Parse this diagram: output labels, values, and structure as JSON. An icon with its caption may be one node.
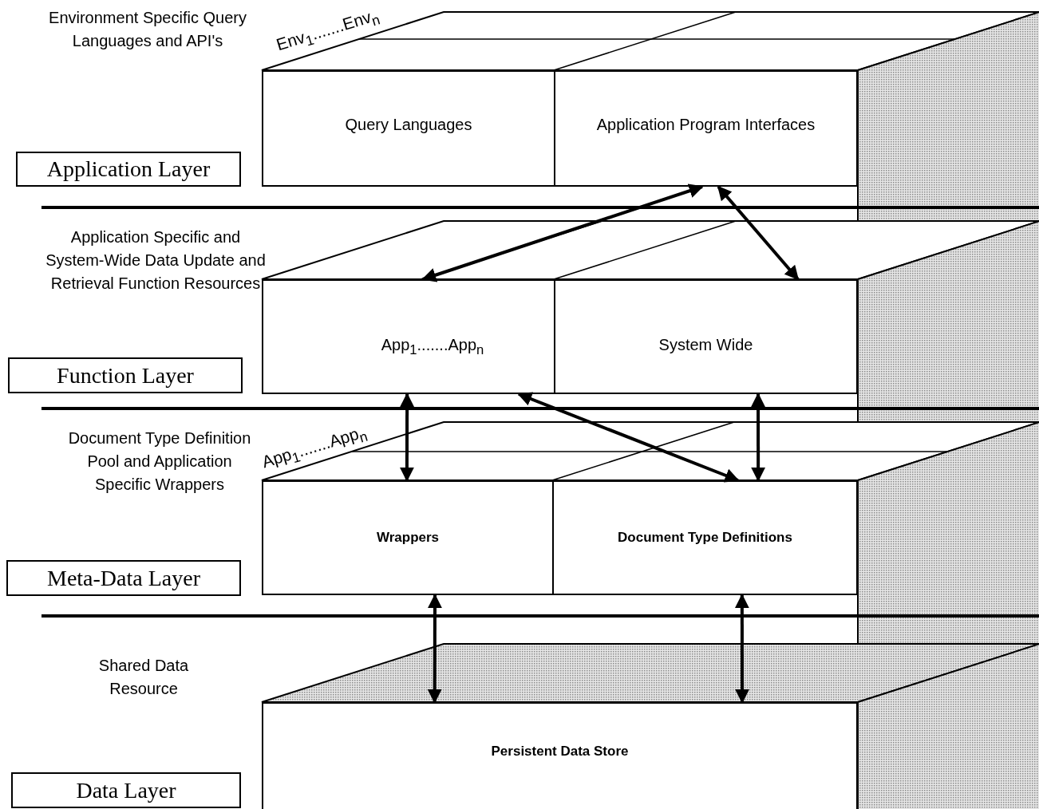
{
  "diagram": {
    "nodes": [
      {
        "text": [
          "Application Layer"
        ]
      },
      {
        "text": [
          "Query Languages"
        ]
      },
      {
        "text": [
          "Application Program Interfaces"
        ]
      },
      {
        "text": [
          "Function Layer"
        ]
      },
      {
        "text": [
          "App$_{1}$.......App$_{n}$"
        ]
      },
      {
        "text": [
          "System Wide"
        ]
      },
      {
        "text": [
          "Meta-Data Layer"
        ]
      },
      {
        "text": [
          "Wrappers"
        ]
      },
      {
        "text": [
          "Document Type Definitions"
        ]
      },
      {
        "text": [
          "Data Layer"
        ]
      },
      {
        "text": [
          "Persistent Data Store"
        ]
      }
    ],
    "edges": [
      {
        "from": 2,
        "to": 4,
        "arrow": "both"
      },
      {
        "from": 2,
        "to": 5,
        "arrow": "both"
      },
      {
        "from": 4,
        "to": 7,
        "arrow": "both"
      },
      {
        "from": 4,
        "to": 8,
        "arrow": "both"
      },
      {
        "from": 5,
        "to": 8,
        "arrow": "both"
      },
      {
        "from": 7,
        "to": 10,
        "arrow": "both"
      },
      {
        "from": 8,
        "to": 10,
        "arrow": "both"
      }
    ],
    "labels": [
      "Environment Specific Query Languages and API's",
      "Env$_{1}$.......Env$_{n}$",
      "Application Specific and System-Wide Data Update and Retrieval Function Resources",
      "Document Type Definition Pool and Application Specific Wrappers",
      "App$_{1}$.......App$_{n}$",
      "Shared Data Resource"
    ]
  }
}
